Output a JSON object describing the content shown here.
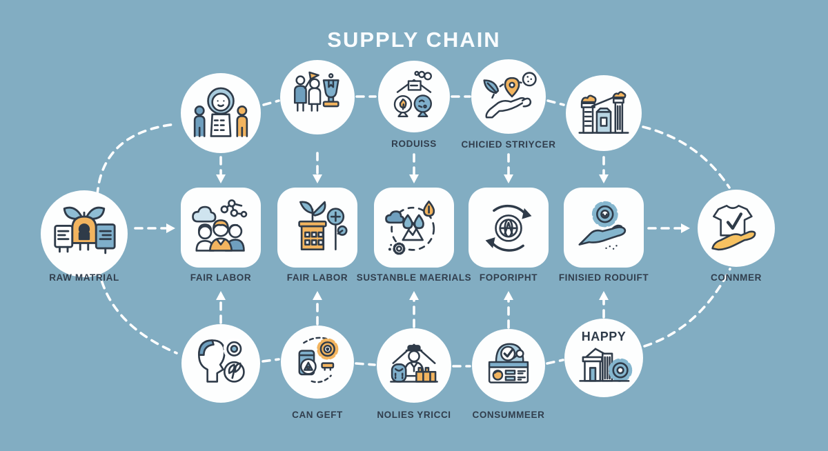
{
  "title": "SUPPLY CHAIN",
  "colors": {
    "background": "#82ADC2",
    "node_fill": "#FFFFFF",
    "label_text": "#313E4D",
    "title_text": "#F9FCFE",
    "connector": "#FFFFFF",
    "accent_orange": "#F2B45F",
    "accent_blue": "#85B6CE",
    "outline_dark": "#2F3B49"
  },
  "top_row": [
    {
      "icon": "person-group-icon",
      "label": ""
    },
    {
      "icon": "team-trophy-icon",
      "label": ""
    },
    {
      "icon": "eco-factory-icon",
      "label": "RODUISS"
    },
    {
      "icon": "hand-pin-icon",
      "label": "CHICIED STRIYCER"
    },
    {
      "icon": "buildings-icon",
      "label": ""
    }
  ],
  "middle_row": {
    "start": {
      "icon": "raw-material-icon",
      "label": "RAW MATRIAL"
    },
    "stages": [
      {
        "icon": "people-cloud-icon",
        "label": "FAIR LABOR"
      },
      {
        "icon": "plant-building-icon",
        "label": "FAIR LABOR"
      },
      {
        "icon": "water-cycle-icon",
        "label": "SUSTANBLE MAERIALS"
      },
      {
        "icon": "recycle-globe-icon",
        "label": "FOPORIPHT"
      },
      {
        "icon": "hand-gear-icon",
        "label": "FINISIED RODUIFT"
      }
    ],
    "end": {
      "icon": "tshirt-hand-icon",
      "label": "CONNMER"
    }
  },
  "bottom_row": [
    {
      "icon": "face-eco-gear-icon",
      "label": ""
    },
    {
      "icon": "can-gear-icon",
      "label": "CAN GEFT"
    },
    {
      "icon": "worker-goods-icon",
      "label": "NOLIES YRICCI"
    },
    {
      "icon": "receipt-icon",
      "label": "CONSUMMEER"
    },
    {
      "icon": "happy-factory-icon",
      "label": "",
      "badge": "HAPPY"
    }
  ]
}
